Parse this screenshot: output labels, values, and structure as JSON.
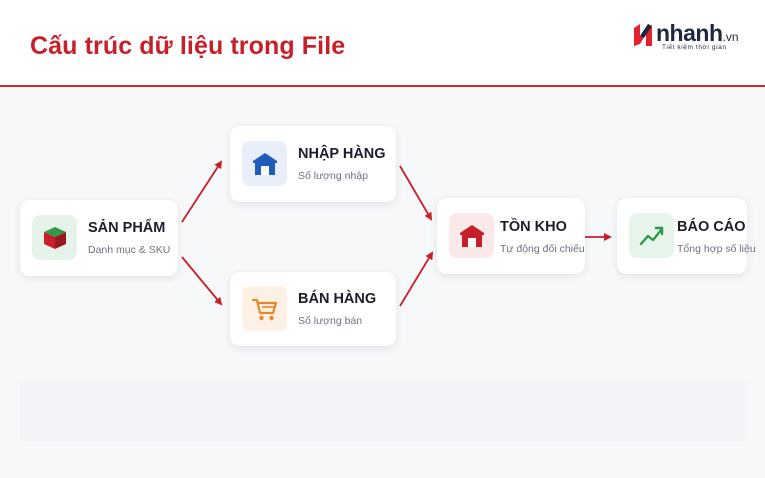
{
  "header": {
    "title": "Cấu trúc dữ liệu trong File",
    "logo": {
      "brand": "nhanh",
      "tld": ".vn",
      "tagline": "Tiết kiệm thời gian"
    }
  },
  "nodes": {
    "san_pham": {
      "title": "SẢN PHẨM",
      "subtitle": "Danh mục & SKU",
      "icon": "cube-icon"
    },
    "nhap_hang": {
      "title": "NHẬP HÀNG",
      "subtitle": "Số lượng nhập",
      "icon": "warehouse-icon"
    },
    "ban_hang": {
      "title": "BÁN HÀNG",
      "subtitle": "Số lượng bán",
      "icon": "cart-icon"
    },
    "ton_kho": {
      "title": "TỒN KHO",
      "subtitle": "Tự động đối chiếu",
      "icon": "warehouse-icon"
    },
    "bao_cao": {
      "title": "BÁO CÁO",
      "subtitle": "Tổng hợp số liệu",
      "icon": "trend-up-icon"
    }
  },
  "edges": [
    {
      "from": "san_pham",
      "to": "nhap_hang"
    },
    {
      "from": "san_pham",
      "to": "ban_hang"
    },
    {
      "from": "nhap_hang",
      "to": "ton_kho"
    },
    {
      "from": "ban_hang",
      "to": "ton_kho"
    },
    {
      "from": "ton_kho",
      "to": "bao_cao"
    }
  ],
  "colors": {
    "title_red": "#c8202a",
    "arrow_red": "#c8202a",
    "nhap_blue": "#1f5bb8",
    "ban_orange": "#e8862a",
    "ton_red": "#c8202a",
    "bao_green": "#2a9a4a"
  }
}
